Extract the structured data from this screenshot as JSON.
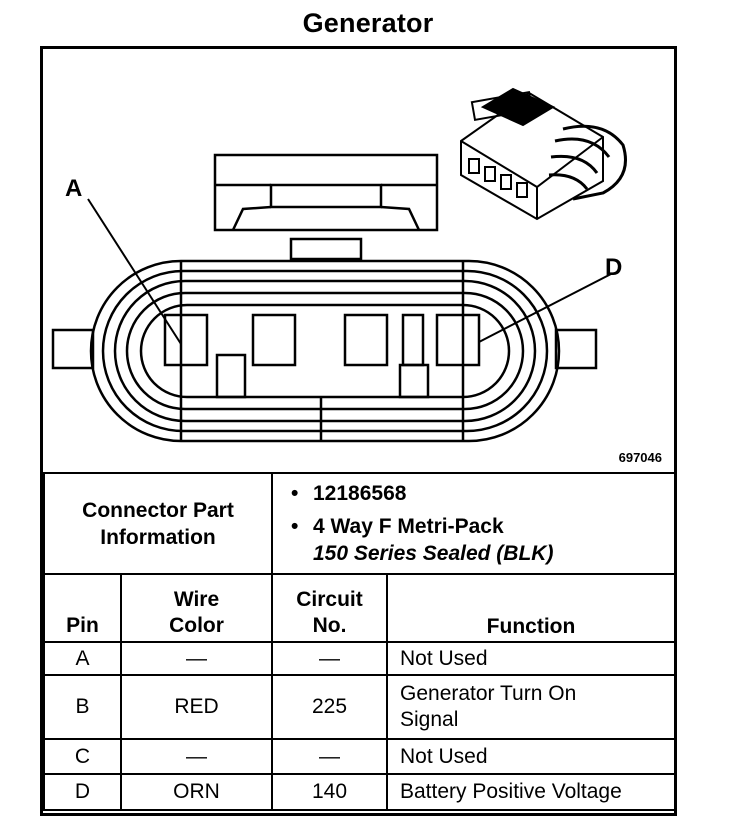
{
  "title": "Generator",
  "figure": {
    "number": "697046",
    "callouts": {
      "a": "A",
      "d": "D"
    }
  },
  "connector_info": {
    "label_line1": "Connector Part",
    "label_line2": "Information",
    "part_number": "12186568",
    "description_line1": "4 Way F Metri-Pack",
    "description_line2": "150 Series Sealed (BLK)",
    "bullet": "•"
  },
  "table": {
    "headers": {
      "pin": "Pin",
      "wire_color_line1": "Wire",
      "wire_color_line2": "Color",
      "circuit_line1": "Circuit",
      "circuit_line2": "No.",
      "function": "Function"
    },
    "rows": [
      {
        "pin": "A",
        "color": "—",
        "circuit": "—",
        "function_line1": "Not Used",
        "function_line2": ""
      },
      {
        "pin": "B",
        "color": "RED",
        "circuit": "225",
        "function_line1": "Generator Turn On",
        "function_line2": "Signal"
      },
      {
        "pin": "C",
        "color": "—",
        "circuit": "—",
        "function_line1": "Not Used",
        "function_line2": ""
      },
      {
        "pin": "D",
        "color": "ORN",
        "circuit": "140",
        "function_line1": "Battery Positive Voltage",
        "function_line2": ""
      }
    ]
  }
}
